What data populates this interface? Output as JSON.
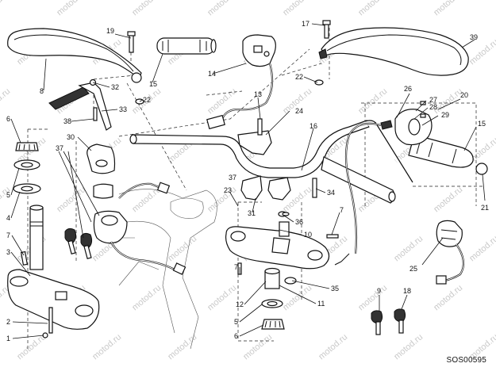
{
  "watermark": {
    "text": "motod.ru"
  },
  "drawing_code": "SOS00595",
  "callouts": [
    {
      "id": "c1",
      "label": "1"
    },
    {
      "id": "c2",
      "label": "2"
    },
    {
      "id": "c3",
      "label": "3"
    },
    {
      "id": "c4",
      "label": "4"
    },
    {
      "id": "c5a",
      "label": "5"
    },
    {
      "id": "c5b",
      "label": "5"
    },
    {
      "id": "c6a",
      "label": "6"
    },
    {
      "id": "c6b",
      "label": "6"
    },
    {
      "id": "c7a",
      "label": "7"
    },
    {
      "id": "c7b",
      "label": "7"
    },
    {
      "id": "c7c",
      "label": "7"
    },
    {
      "id": "c8",
      "label": "8"
    },
    {
      "id": "c9",
      "label": "9"
    },
    {
      "id": "c10",
      "label": "10"
    },
    {
      "id": "c11",
      "label": "11"
    },
    {
      "id": "c12",
      "label": "12"
    },
    {
      "id": "c13",
      "label": "13"
    },
    {
      "id": "c14",
      "label": "14"
    },
    {
      "id": "c15a",
      "label": "15"
    },
    {
      "id": "c15b",
      "label": "15"
    },
    {
      "id": "c16",
      "label": "16"
    },
    {
      "id": "c17",
      "label": "17"
    },
    {
      "id": "c18",
      "label": "18"
    },
    {
      "id": "c19",
      "label": "19"
    },
    {
      "id": "c20",
      "label": "20"
    },
    {
      "id": "c21",
      "label": "21"
    },
    {
      "id": "c22a",
      "label": "22"
    },
    {
      "id": "c22b",
      "label": "22"
    },
    {
      "id": "c23",
      "label": "23"
    },
    {
      "id": "c24",
      "label": "24"
    },
    {
      "id": "c25",
      "label": "25"
    },
    {
      "id": "c26",
      "label": "26"
    },
    {
      "id": "c27",
      "label": "27"
    },
    {
      "id": "c28",
      "label": "28"
    },
    {
      "id": "c29",
      "label": "29"
    },
    {
      "id": "c30",
      "label": "30"
    },
    {
      "id": "c31",
      "label": "31"
    },
    {
      "id": "c32",
      "label": "32"
    },
    {
      "id": "c33",
      "label": "33"
    },
    {
      "id": "c34",
      "label": "34"
    },
    {
      "id": "c35",
      "label": "35"
    },
    {
      "id": "c36",
      "label": "36"
    },
    {
      "id": "c37a",
      "label": "37"
    },
    {
      "id": "c37b",
      "label": "37"
    },
    {
      "id": "c38",
      "label": "38"
    },
    {
      "id": "c39",
      "label": "39"
    }
  ]
}
